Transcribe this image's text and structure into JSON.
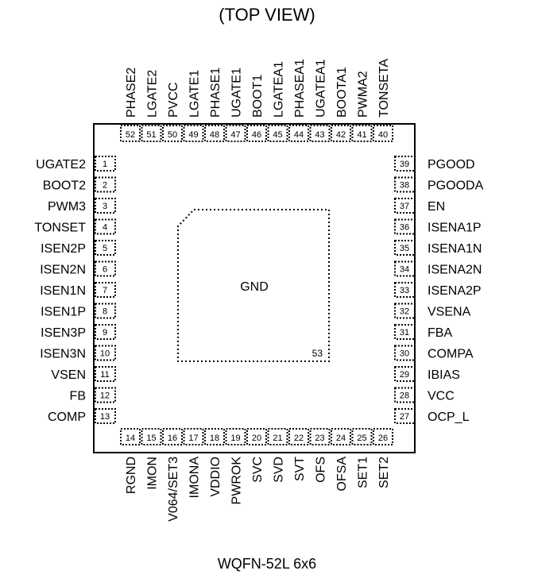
{
  "title": "(TOP VIEW)",
  "package": "WQFN-52L 6x6",
  "exposed_pad": {
    "label": "GND",
    "number": "53"
  },
  "pins": {
    "left": [
      {
        "num": "1",
        "name": "UGATE2"
      },
      {
        "num": "2",
        "name": "BOOT2"
      },
      {
        "num": "3",
        "name": "PWM3"
      },
      {
        "num": "4",
        "name": "TONSET"
      },
      {
        "num": "5",
        "name": "ISEN2P"
      },
      {
        "num": "6",
        "name": "ISEN2N"
      },
      {
        "num": "7",
        "name": "ISEN1N"
      },
      {
        "num": "8",
        "name": "ISEN1P"
      },
      {
        "num": "9",
        "name": "ISEN3P"
      },
      {
        "num": "10",
        "name": "ISEN3N"
      },
      {
        "num": "11",
        "name": "VSEN"
      },
      {
        "num": "12",
        "name": "FB"
      },
      {
        "num": "13",
        "name": "COMP"
      }
    ],
    "bottom": [
      {
        "num": "14",
        "name": "RGND"
      },
      {
        "num": "15",
        "name": "IMON"
      },
      {
        "num": "16",
        "name": "V064/SET3"
      },
      {
        "num": "17",
        "name": "IMONA"
      },
      {
        "num": "18",
        "name": "VDDIO"
      },
      {
        "num": "19",
        "name": "PWROK"
      },
      {
        "num": "20",
        "name": "SVC"
      },
      {
        "num": "21",
        "name": "SVD"
      },
      {
        "num": "22",
        "name": "SVT"
      },
      {
        "num": "23",
        "name": "OFS"
      },
      {
        "num": "24",
        "name": "OFSA"
      },
      {
        "num": "25",
        "name": "SET1"
      },
      {
        "num": "26",
        "name": "SET2"
      }
    ],
    "right": [
      {
        "num": "39",
        "name": "PGOOD"
      },
      {
        "num": "38",
        "name": "PGOODA"
      },
      {
        "num": "37",
        "name": "EN"
      },
      {
        "num": "36",
        "name": "ISENA1P"
      },
      {
        "num": "35",
        "name": "ISENA1N"
      },
      {
        "num": "34",
        "name": "ISENA2N"
      },
      {
        "num": "33",
        "name": "ISENA2P"
      },
      {
        "num": "32",
        "name": "VSENA"
      },
      {
        "num": "31",
        "name": "FBA"
      },
      {
        "num": "30",
        "name": "COMPA"
      },
      {
        "num": "29",
        "name": "IBIAS"
      },
      {
        "num": "28",
        "name": "VCC"
      },
      {
        "num": "27",
        "name": "OCP_L"
      }
    ],
    "top": [
      {
        "num": "52",
        "name": "PHASE2"
      },
      {
        "num": "51",
        "name": "LGATE2"
      },
      {
        "num": "50",
        "name": "PVCC"
      },
      {
        "num": "49",
        "name": "LGATE1"
      },
      {
        "num": "48",
        "name": "PHASE1"
      },
      {
        "num": "47",
        "name": "UGATE1"
      },
      {
        "num": "46",
        "name": "BOOT1"
      },
      {
        "num": "45",
        "name": "LGATEA1"
      },
      {
        "num": "44",
        "name": "PHASEA1"
      },
      {
        "num": "43",
        "name": "UGATEA1"
      },
      {
        "num": "42",
        "name": "BOOTA1"
      },
      {
        "num": "41",
        "name": "PWMA2"
      },
      {
        "num": "40",
        "name": "TONSETA"
      }
    ]
  }
}
